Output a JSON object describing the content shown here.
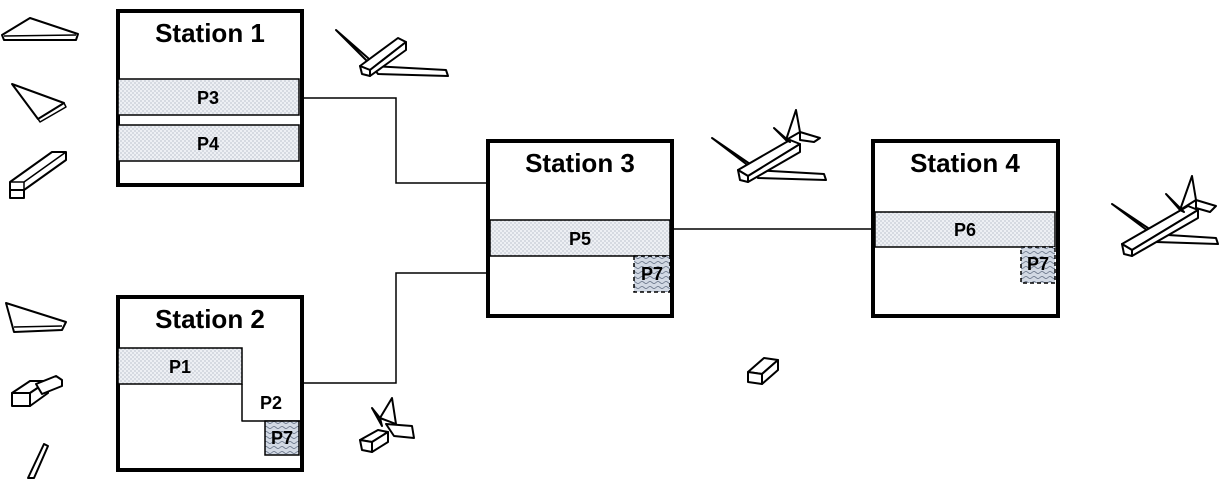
{
  "stations": [
    {
      "id": "station-1",
      "title": "Station 1"
    },
    {
      "id": "station-2",
      "title": "Station 2"
    },
    {
      "id": "station-3",
      "title": "Station 3"
    },
    {
      "id": "station-4",
      "title": "Station 4"
    }
  ],
  "parts": {
    "p1": "P1",
    "p2": "P2",
    "p3": "P3",
    "p4": "P4",
    "p5": "P5",
    "p6": "P6",
    "p7a": "P7",
    "p7b": "P7",
    "p7c": "P7"
  },
  "colors": {
    "dotted_fill": "#e8e8ee",
    "wavy_fill": "#c9d2de",
    "line": "#000000"
  }
}
